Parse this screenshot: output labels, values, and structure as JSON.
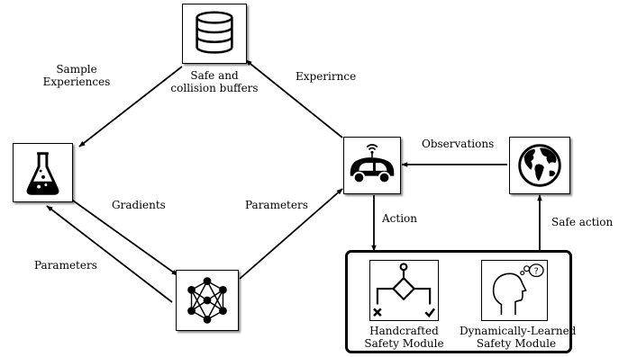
{
  "nodes": {
    "buffer": {
      "icon": "database-icon",
      "caption_line1": "Safe and",
      "caption_line2": "collision buffers"
    },
    "learner": {
      "icon": "flask-icon"
    },
    "network": {
      "icon": "neural-network-icon"
    },
    "agent": {
      "icon": "autonomous-car-icon"
    },
    "environment": {
      "icon": "globe-icon"
    }
  },
  "modules": {
    "handcrafted": {
      "icon": "flowchart-icon",
      "line1": "Handcrafted",
      "line2": "Safety Module"
    },
    "learned": {
      "icon": "head-thinking-icon",
      "line1": "Dynamically-Learned",
      "line2": "Safety Module"
    }
  },
  "edges": {
    "sample_line1": "Sample",
    "sample_line2": "Experiences",
    "experience": "Experirnce",
    "gradients": "Gradients",
    "parameters_back": "Parameters",
    "parameters_forward": "Parameters",
    "observations": "Observations",
    "action": "Action",
    "safe_action": "Safe action"
  },
  "colors": {
    "stroke": "#000000",
    "background": "#ffffff"
  }
}
